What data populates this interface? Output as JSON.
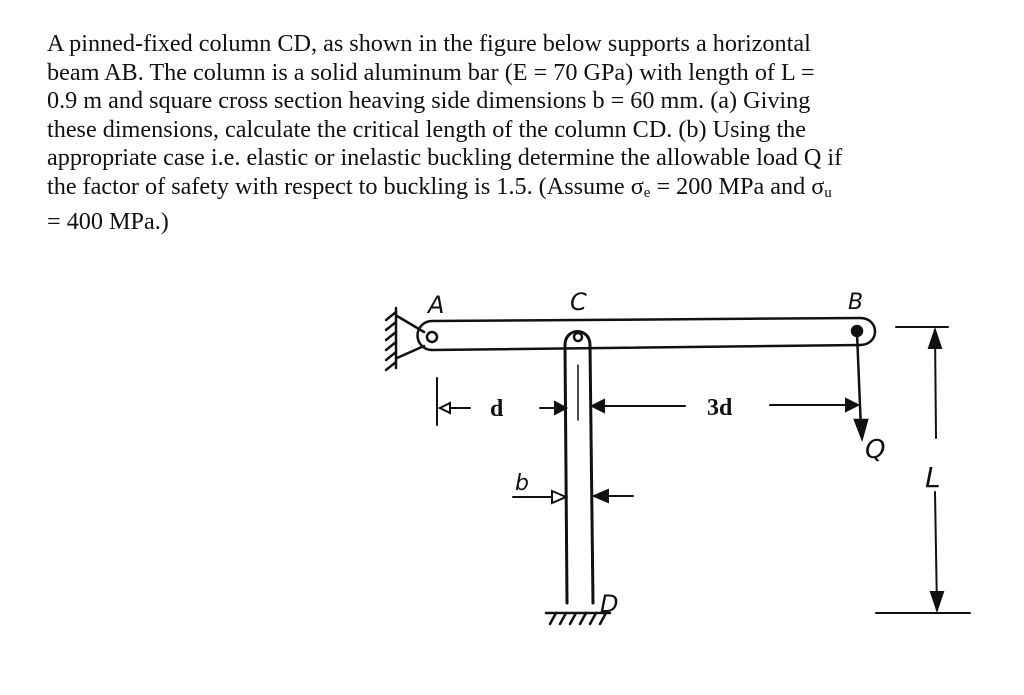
{
  "problem": {
    "lines": [
      "A pinned-fixed column CD, as shown in the figure below supports a horizontal",
      "beam AB. The column is a solid aluminum bar (E = 70 GPa) with length of L =",
      "0.9 m and square cross section heaving side dimensions b = 60 mm. (a) Giving",
      "these dimensions, calculate the critical length of the column CD. (b) Using the",
      "appropriate case i.e. elastic or inelastic buckling determine the allowable load Q if"
    ],
    "line6": {
      "before": "the factor of safety with respect to buckling is 1.5. (Assume σ",
      "sub_e": "e",
      "middle": " = 200 MPa and σ",
      "sub_u": "u"
    },
    "line7": "= 400 MPa.)"
  },
  "figure": {
    "labels": {
      "A": "A",
      "B": "B",
      "C": "C",
      "D": "D",
      "Q": "Q",
      "L": "L",
      "b": "b",
      "d": "d",
      "three_d": "3d"
    },
    "given": {
      "E": "70 GPa",
      "L": "0.9 m",
      "b": "60 mm",
      "factor_of_safety": "1.5",
      "sigma_e": "200 MPa",
      "sigma_u": "400 MPa"
    }
  }
}
